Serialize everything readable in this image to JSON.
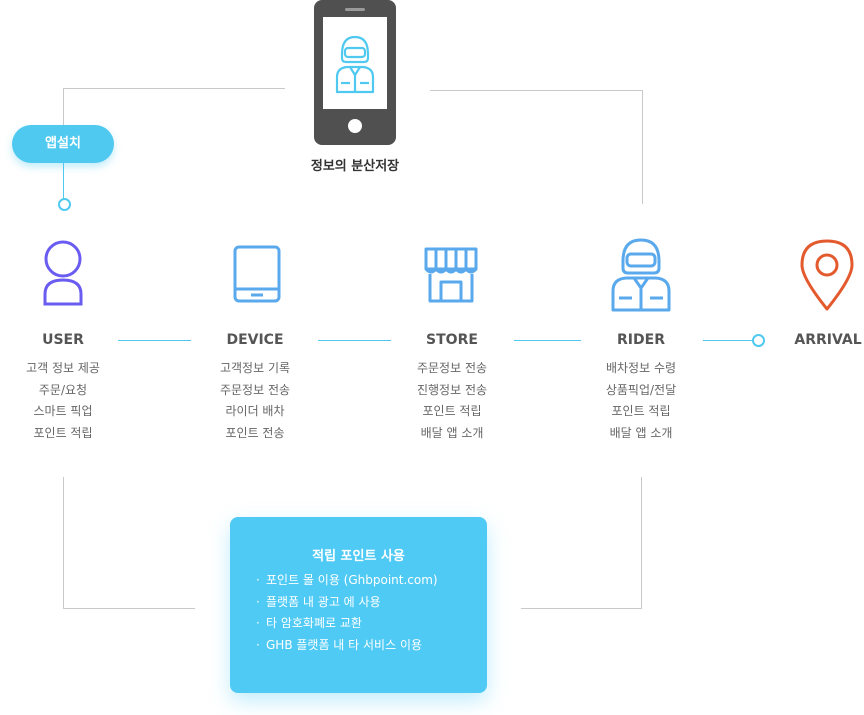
{
  "top": {
    "caption": "정보의 분산저장"
  },
  "install_pill": {
    "label": "앱설치"
  },
  "nodes": [
    {
      "title": "USER",
      "desc": [
        "고객 정보 제공",
        "주문/요청",
        "스마트 픽업",
        "포인트 적립"
      ],
      "icon": "user-icon",
      "color": "#6a5cf0"
    },
    {
      "title": "DEVICE",
      "desc": [
        "고객정보 기록",
        "주문정보 전송",
        "라이더 배차",
        "포인트 전송"
      ],
      "icon": "tablet-icon",
      "color": "#5aa9ec"
    },
    {
      "title": "STORE",
      "desc": [
        "주문정보 전송",
        "진행정보 전송",
        "포인트 적립",
        "배달 앱 소개"
      ],
      "icon": "store-icon",
      "color": "#5aa9ec"
    },
    {
      "title": "RIDER",
      "desc": [
        "배차정보 수령",
        "상품픽업/전달",
        "포인트 적립",
        "배달 앱 소개"
      ],
      "icon": "rider-icon",
      "color": "#5aa9ec"
    },
    {
      "title": "ARRIVAL",
      "desc": [],
      "icon": "location-pin-icon",
      "color": "#e35a2e"
    }
  ],
  "points_card": {
    "title": "적립 포인트 사용",
    "items": [
      "포인트 몰 이용 (Ghbpoint.com)",
      "플랫폼 내 광고 에 사용",
      "타 암호화폐로 교환",
      "GHB 플랫폼 내 타 서비스 이용"
    ]
  },
  "colors": {
    "accent": "#4fc9f0",
    "line": "#c9c9c9",
    "pin": "#e35a2e",
    "user": "#6a5cf0",
    "icon": "#5aa9ec"
  }
}
